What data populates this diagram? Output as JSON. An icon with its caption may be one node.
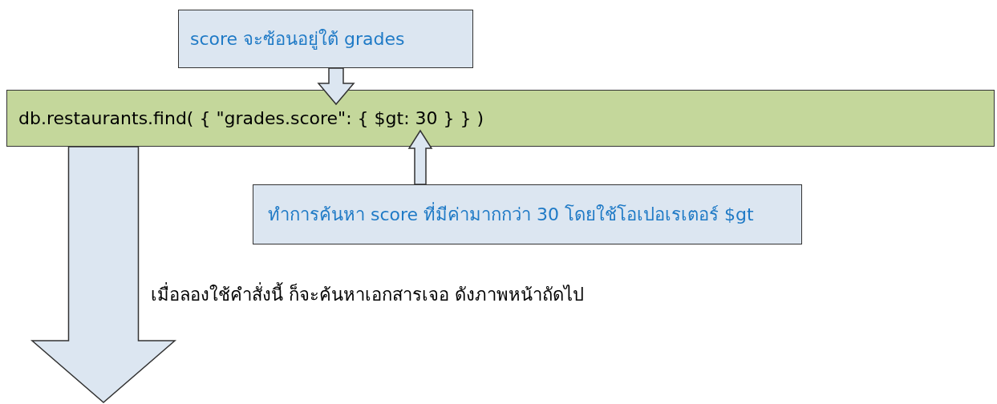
{
  "diagram": {
    "nodes": [
      {
        "text": [
          "score จะซ้อนอยู่ใต้ grades"
        ]
      },
      {
        "text": [
          "db.restaurants.find( { \"grades.score\": { $gt: 30 } } )"
        ]
      },
      {
        "text": [
          "ทำการค้นหา score ที่มีค่ามากกว่า 30 โดยใช้โอเปอเรเตอร์ $gt"
        ]
      }
    ],
    "edges": [
      {
        "from": 0,
        "to": 1,
        "arrow": "to"
      },
      {
        "from": 2,
        "to": 1,
        "arrow": "to"
      },
      {
        "from": 1,
        "to": null,
        "arrow": "to"
      }
    ],
    "labels": [
      "เมื่อลองใช้คำสั่งนี้ ก็จะค้นหาเอกสารเจอ ดังภาพหน้าถัดไป"
    ]
  }
}
